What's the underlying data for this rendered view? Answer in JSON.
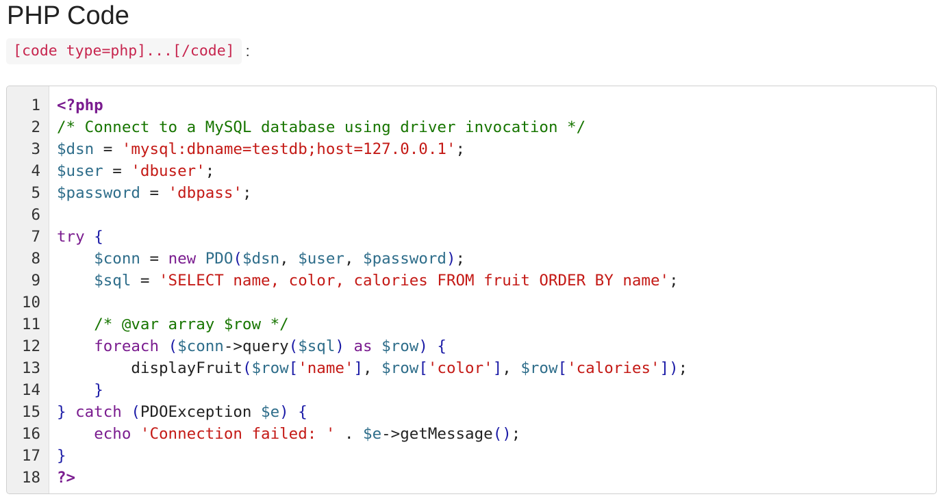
{
  "page": {
    "title": "PHP Code"
  },
  "usage": {
    "code": "[code type=php]...[/code]",
    "suffix": ":"
  },
  "code_block": {
    "line_numbers": [
      "1",
      "2",
      "3",
      "4",
      "5",
      "6",
      "7",
      "8",
      "9",
      "10",
      "11",
      "12",
      "13",
      "14",
      "15",
      "16",
      "17",
      "18"
    ],
    "lines": [
      [
        {
          "t": "<?php",
          "c": "kwb"
        }
      ],
      [
        {
          "t": "/* Connect to a MySQL database using driver invocation */",
          "c": "cmt"
        }
      ],
      [
        {
          "t": "$dsn",
          "c": "var"
        },
        {
          "t": " = ",
          "c": "op"
        },
        {
          "t": "'mysql:dbname=testdb;host=127.0.0.1'",
          "c": "str"
        },
        {
          "t": ";",
          "c": "op"
        }
      ],
      [
        {
          "t": "$user",
          "c": "var"
        },
        {
          "t": " = ",
          "c": "op"
        },
        {
          "t": "'dbuser'",
          "c": "str"
        },
        {
          "t": ";",
          "c": "op"
        }
      ],
      [
        {
          "t": "$password",
          "c": "var"
        },
        {
          "t": " = ",
          "c": "op"
        },
        {
          "t": "'dbpass'",
          "c": "str"
        },
        {
          "t": ";",
          "c": "op"
        }
      ],
      [],
      [
        {
          "t": "try",
          "c": "kw"
        },
        {
          "t": " ",
          "c": "op"
        },
        {
          "t": "{",
          "c": "brace"
        }
      ],
      [
        {
          "t": "    ",
          "c": "op"
        },
        {
          "t": "$conn",
          "c": "var"
        },
        {
          "t": " = ",
          "c": "op"
        },
        {
          "t": "new",
          "c": "kw"
        },
        {
          "t": " ",
          "c": "op"
        },
        {
          "t": "PDO",
          "c": "cls"
        },
        {
          "t": "(",
          "c": "brace"
        },
        {
          "t": "$dsn",
          "c": "var"
        },
        {
          "t": ", ",
          "c": "op"
        },
        {
          "t": "$user",
          "c": "var"
        },
        {
          "t": ", ",
          "c": "op"
        },
        {
          "t": "$password",
          "c": "var"
        },
        {
          "t": ")",
          "c": "brace"
        },
        {
          "t": ";",
          "c": "op"
        }
      ],
      [
        {
          "t": "    ",
          "c": "op"
        },
        {
          "t": "$sql",
          "c": "var"
        },
        {
          "t": " = ",
          "c": "op"
        },
        {
          "t": "'SELECT name, color, calories FROM fruit ORDER BY name'",
          "c": "str"
        },
        {
          "t": ";",
          "c": "op"
        }
      ],
      [],
      [
        {
          "t": "    ",
          "c": "op"
        },
        {
          "t": "/* @var array $row */",
          "c": "cmt"
        }
      ],
      [
        {
          "t": "    ",
          "c": "op"
        },
        {
          "t": "foreach",
          "c": "kw"
        },
        {
          "t": " ",
          "c": "op"
        },
        {
          "t": "(",
          "c": "brace"
        },
        {
          "t": "$conn",
          "c": "var"
        },
        {
          "t": "->",
          "c": "op"
        },
        {
          "t": "query",
          "c": "fn"
        },
        {
          "t": "(",
          "c": "brace"
        },
        {
          "t": "$sql",
          "c": "var"
        },
        {
          "t": ")",
          "c": "brace"
        },
        {
          "t": " ",
          "c": "op"
        },
        {
          "t": "as",
          "c": "kw"
        },
        {
          "t": " ",
          "c": "op"
        },
        {
          "t": "$row",
          "c": "var"
        },
        {
          "t": ")",
          "c": "brace"
        },
        {
          "t": " ",
          "c": "op"
        },
        {
          "t": "{",
          "c": "brace"
        }
      ],
      [
        {
          "t": "        ",
          "c": "op"
        },
        {
          "t": "displayFruit",
          "c": "fn"
        },
        {
          "t": "(",
          "c": "brace"
        },
        {
          "t": "$row",
          "c": "var"
        },
        {
          "t": "[",
          "c": "brace"
        },
        {
          "t": "'name'",
          "c": "str"
        },
        {
          "t": "]",
          "c": "brace"
        },
        {
          "t": ", ",
          "c": "op"
        },
        {
          "t": "$row",
          "c": "var"
        },
        {
          "t": "[",
          "c": "brace"
        },
        {
          "t": "'color'",
          "c": "str"
        },
        {
          "t": "]",
          "c": "brace"
        },
        {
          "t": ", ",
          "c": "op"
        },
        {
          "t": "$row",
          "c": "var"
        },
        {
          "t": "[",
          "c": "brace"
        },
        {
          "t": "'calories'",
          "c": "str"
        },
        {
          "t": "]",
          "c": "brace"
        },
        {
          "t": ")",
          "c": "brace"
        },
        {
          "t": ";",
          "c": "op"
        }
      ],
      [
        {
          "t": "    ",
          "c": "op"
        },
        {
          "t": "}",
          "c": "brace"
        }
      ],
      [
        {
          "t": "}",
          "c": "brace"
        },
        {
          "t": " ",
          "c": "op"
        },
        {
          "t": "catch",
          "c": "kw"
        },
        {
          "t": " ",
          "c": "op"
        },
        {
          "t": "(",
          "c": "brace"
        },
        {
          "t": "PDOException",
          "c": "fn"
        },
        {
          "t": " ",
          "c": "op"
        },
        {
          "t": "$e",
          "c": "var"
        },
        {
          "t": ")",
          "c": "brace"
        },
        {
          "t": " ",
          "c": "op"
        },
        {
          "t": "{",
          "c": "brace"
        }
      ],
      [
        {
          "t": "    ",
          "c": "op"
        },
        {
          "t": "echo",
          "c": "kw"
        },
        {
          "t": " ",
          "c": "op"
        },
        {
          "t": "'Connection failed: '",
          "c": "str"
        },
        {
          "t": " . ",
          "c": "op"
        },
        {
          "t": "$e",
          "c": "var"
        },
        {
          "t": "->",
          "c": "op"
        },
        {
          "t": "getMessage",
          "c": "fn"
        },
        {
          "t": "()",
          "c": "brace"
        },
        {
          "t": ";",
          "c": "op"
        }
      ],
      [
        {
          "t": "}",
          "c": "brace"
        }
      ],
      [
        {
          "t": "?>",
          "c": "kwb"
        }
      ]
    ]
  }
}
